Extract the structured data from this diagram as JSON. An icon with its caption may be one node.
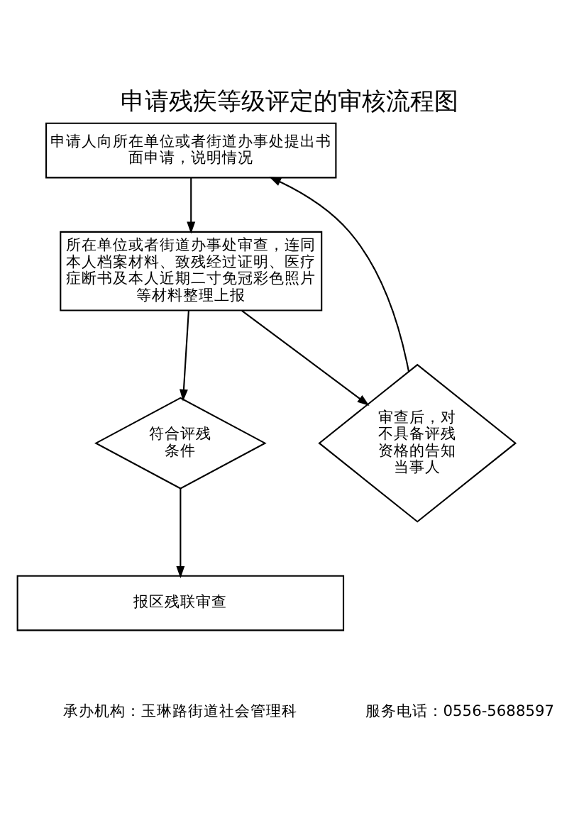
{
  "diagram": {
    "title": "申请残疾等级评定的审核流程图",
    "nodes": [
      {
        "text": [
          "申请人向所在单位或者街道办事处提出书面申请，说明情况"
        ]
      },
      {
        "text": [
          "所在单位或者街道办事处审查，连同本人档案材料、致残经过证明、医疗症断书及本人近期二寸免冠彩色照片等材料整理上报"
        ]
      },
      {
        "text": [
          "符合评残条件"
        ]
      },
      {
        "text": [
          "审查后，对不具备评残资格的告知当事人"
        ]
      },
      {
        "text": [
          "报区残联审查"
        ]
      }
    ],
    "edges": [
      {
        "from": 0,
        "to": 1,
        "arrow": "to"
      },
      {
        "from": 1,
        "to": 2,
        "arrow": "to"
      },
      {
        "from": 1,
        "to": 3,
        "arrow": "to"
      },
      {
        "from": 2,
        "to": 4,
        "arrow": "to"
      },
      {
        "from": 3,
        "to": 0,
        "arrow": "to"
      }
    ],
    "labels": [
      "承办机构：玉琳路街道社会管理科",
      "服务电话：0556-5688597"
    ]
  }
}
